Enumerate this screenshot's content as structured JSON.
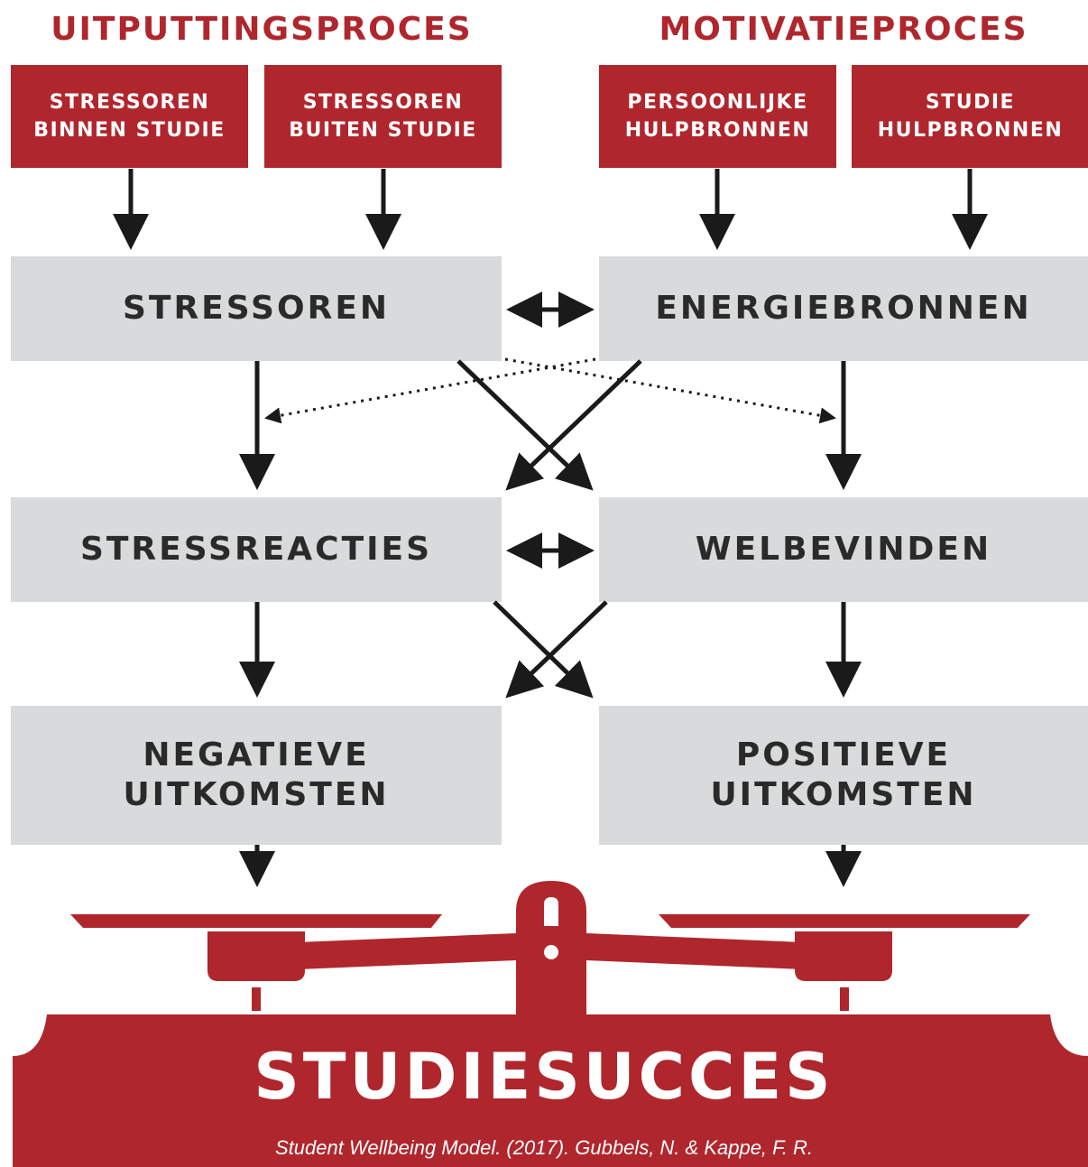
{
  "colors": {
    "accent_red": "#b0262d",
    "panel_grey": "#d9dadb",
    "text_dark": "#2a2a2a",
    "arrow": "#1a1a1a"
  },
  "headings": {
    "left": "UITPUTTINGSPROCES",
    "right": "MOTIVATIEPROCES"
  },
  "sources": [
    {
      "line1": "STRESSOREN",
      "line2": "BINNEN STUDIE"
    },
    {
      "line1": "STRESSOREN",
      "line2": "BUITEN STUDIE"
    },
    {
      "line1": "PERSOONLIJKE",
      "line2": "HULPBRONNEN"
    },
    {
      "line1": "STUDIE",
      "line2": "HULPBRONNEN"
    }
  ],
  "stages": {
    "stressoren": "STRESSOREN",
    "energiebronnen": "ENERGIEBRONNEN",
    "stressreacties": "STRESSREACTIES",
    "welbevinden": "WELBEVINDEN",
    "negatieve": {
      "line1": "NEGATIEVE",
      "line2": "UITKOMSTEN"
    },
    "positieve": {
      "line1": "POSITIEVE",
      "line2": "UITKOMSTEN"
    }
  },
  "outcome": {
    "title": "STUDIESUCCES",
    "citation": "Student Wellbeing Model. (2017). Gubbels, N. & Kappe, F. R."
  }
}
